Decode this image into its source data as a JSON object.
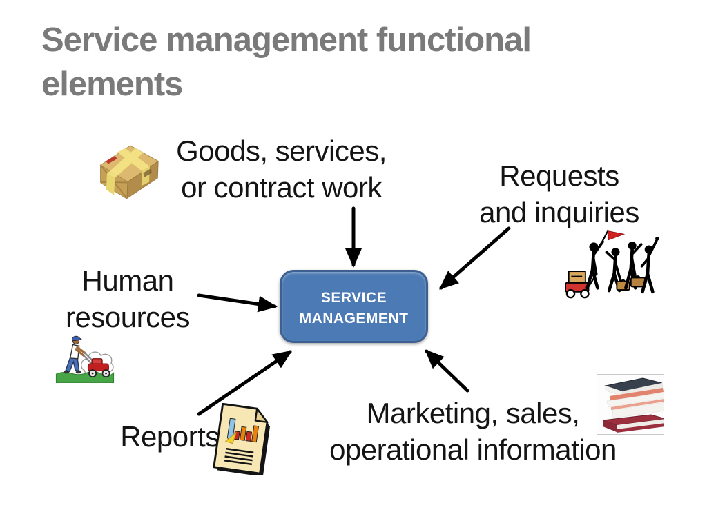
{
  "slide": {
    "title": "Service management functional elements",
    "title_color": "#7a7a7a",
    "background": "#ffffff"
  },
  "center_box": {
    "label_line1": "SERVICE",
    "label_line2": "MANAGEMENT",
    "fill": "#4c7ab4",
    "border_color": "#3c6191",
    "text_color": "#ffffff"
  },
  "nodes": {
    "goods": {
      "label_line1": "Goods, services,",
      "label_line2": "or contract work",
      "icon": "package-icon"
    },
    "requests": {
      "label_line1": "Requests",
      "label_line2": "and inquiries",
      "icon": "people-with-luggage-icon"
    },
    "human_resources": {
      "label_line1": "Human",
      "label_line2": "resources",
      "icon": "lawn-mower-worker-icon"
    },
    "reports": {
      "label": "Reports",
      "icon": "report-document-icon"
    },
    "marketing": {
      "label_line1": "Marketing, sales,",
      "label_line2": "operational information",
      "icon": "books-stack-icon"
    }
  },
  "arrows": {
    "color": "#000000",
    "count": 5,
    "description": "five arrows pointing into the center box from goods, requests, human resources, reports, marketing"
  }
}
